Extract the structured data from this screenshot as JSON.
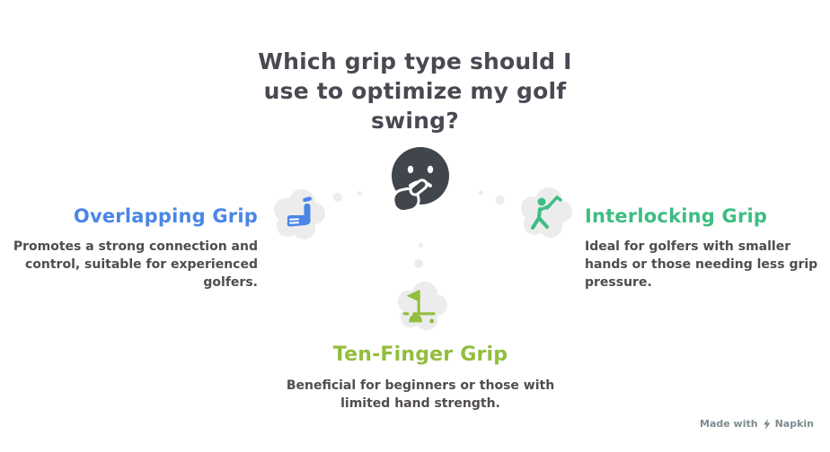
{
  "title": "Which grip type should I use to optimize my golf swing?",
  "center_icon": "thinking-face-emoji",
  "colors": {
    "title": "#4a4952",
    "body_text": "#514c51",
    "emoji": "#41464d",
    "cloud": "#ececec",
    "overlapping": "#4a86e8",
    "interlocking": "#3ebd83",
    "ten_finger": "#92be3d",
    "watermark": "#7e8a90"
  },
  "sections": {
    "overlapping": {
      "heading": "Overlapping Grip",
      "description": "Promotes a strong connection and control, suitable for experienced golfers.",
      "icon": "golf-club-icon"
    },
    "interlocking": {
      "heading": "Interlocking Grip",
      "description": "Ideal for golfers with smaller hands or those needing less grip pressure.",
      "icon": "golfer-swing-icon"
    },
    "ten_finger": {
      "heading": "Ten-Finger Grip",
      "description": "Beneficial for beginners or those with limited hand strength.",
      "icon": "golf-flag-icon"
    }
  },
  "watermark": {
    "prefix": "Made with",
    "brand": "Napkin"
  }
}
